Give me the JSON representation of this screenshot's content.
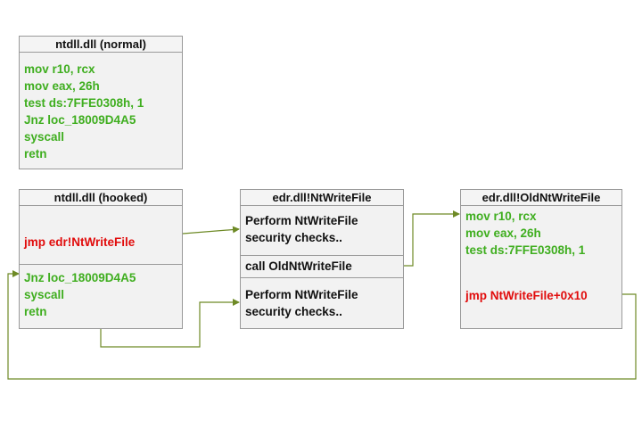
{
  "colors": {
    "green_code": "#3fae1f",
    "red_code": "#e10c0c",
    "arrow": "#6e8a26",
    "box_border": "#9a9a9a",
    "box_fill": "#f2f2f2"
  },
  "normal": {
    "title": "ntdll.dll (normal)",
    "lines": [
      "mov r10, rcx",
      "mov eax, 26h",
      "test ds:7FFE0308h, 1",
      "Jnz loc_18009D4A5",
      "syscall",
      "retn"
    ]
  },
  "hooked": {
    "title": "ntdll.dll (hooked)",
    "jmp": "jmp edr!NtWriteFile",
    "lines": [
      "Jnz loc_18009D4A5",
      "syscall",
      "retn"
    ]
  },
  "edr": {
    "title": "edr.dll!NtWriteFile",
    "check1": [
      "Perform NtWriteFile",
      "security checks.."
    ],
    "call": "call OldNtWriteFile",
    "check2": [
      "Perform NtWriteFile",
      "security checks.."
    ]
  },
  "old": {
    "title": "edr.dll!OldNtWriteFile",
    "lines": [
      "mov r10, rcx",
      "mov eax, 26h",
      "test ds:7FFE0308h, 1"
    ],
    "jmp": "jmp NtWriteFile+0x10"
  }
}
